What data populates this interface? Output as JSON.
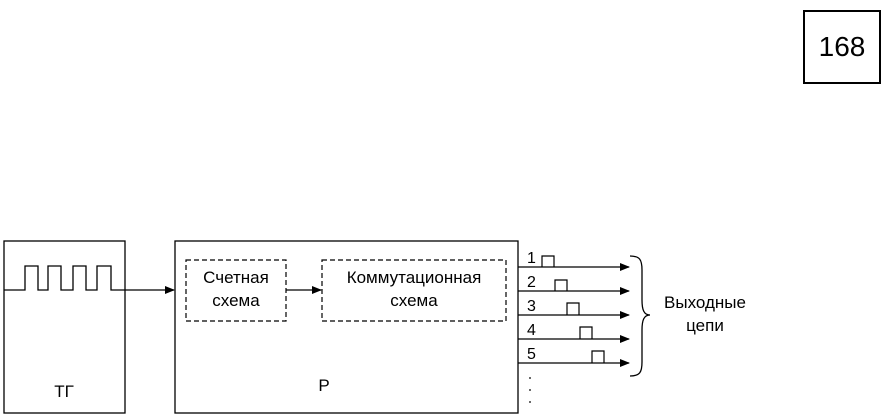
{
  "page_number": "168",
  "tg_block": {
    "label": "ТГ"
  },
  "r_block": {
    "label": "Р"
  },
  "counting_circuit": {
    "line1": "Счетная",
    "line2": "схема"
  },
  "switching_circuit": {
    "line1": "Коммутационная",
    "line2": "схема"
  },
  "outputs": [
    "1",
    "2",
    "3",
    "4",
    "5"
  ],
  "output_group": {
    "line1": "Выходные",
    "line2": "цепи"
  }
}
